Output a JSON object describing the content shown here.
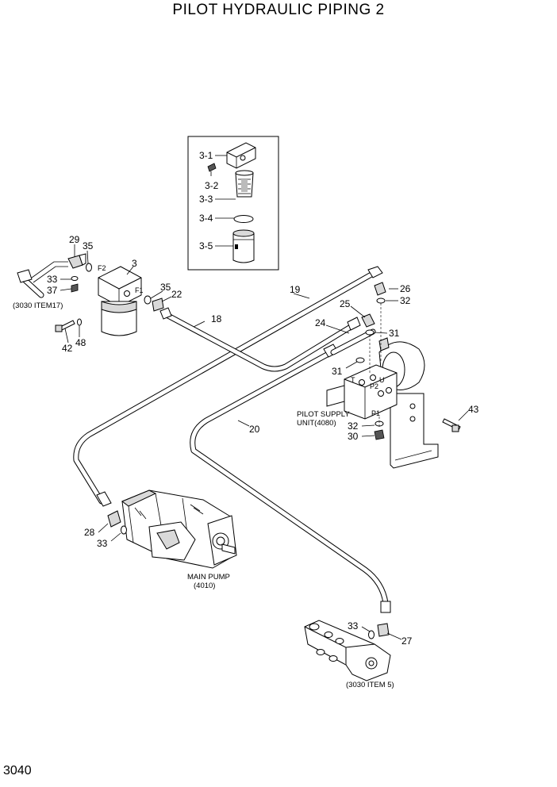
{
  "title": "PILOT HYDRAULIC PIPING 2",
  "page_number": "3040",
  "callouts": {
    "c3_1": "3-1",
    "c3_2": "3-2",
    "c3_3": "3-3",
    "c3_4": "3-4",
    "c3_5": "3-5",
    "c3": "3",
    "c18": "18",
    "c19": "19",
    "c20": "20",
    "c22": "22",
    "c24": "24",
    "c25": "25",
    "c26": "26",
    "c27": "27",
    "c28": "28",
    "c29": "29",
    "c30": "30",
    "c31a": "31",
    "c31b": "31",
    "c32a": "32",
    "c32b": "32",
    "c33a": "33",
    "c33b": "33",
    "c33c": "33",
    "c35a": "35",
    "c35b": "35",
    "c37": "37",
    "c42": "42",
    "c43": "43",
    "c48": "48"
  },
  "port_labels": {
    "f1": "F1",
    "f2": "F2",
    "t": "T",
    "u": "U",
    "p1": "P1",
    "p2": "P2"
  },
  "notes": {
    "item17": "(3030 ITEM17)",
    "item5": "(3030 ITEM 5)",
    "pilot_supply_1": "PILOT SUPPLY",
    "pilot_supply_2": "UNIT(4080)",
    "main_pump_1": "MAIN PUMP",
    "main_pump_2": "(4010)"
  }
}
